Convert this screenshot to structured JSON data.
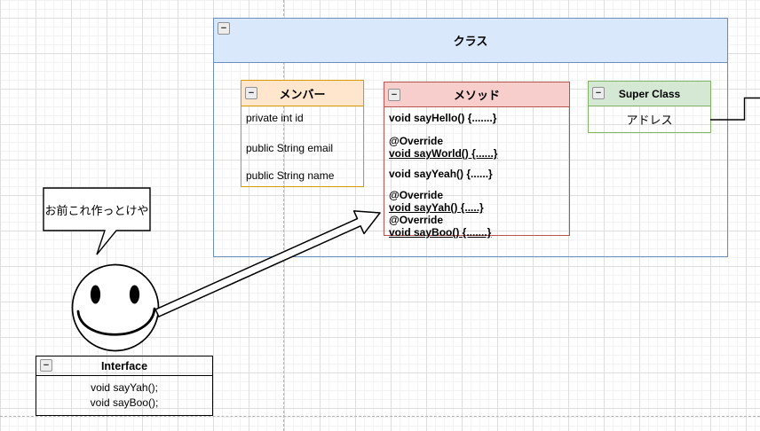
{
  "icons": {
    "collapse_glyph": "−"
  },
  "class_container": {
    "title": "クラス"
  },
  "members": {
    "title": "メンバー",
    "items": [
      "private int id",
      "public String email",
      "public String name"
    ]
  },
  "methods": {
    "title": "メソッド",
    "items": [
      {
        "text": "void sayHello() {.......}"
      },
      {
        "annotation": "@Override",
        "text": "void sayWorld() {......}"
      },
      {
        "text": "void sayYeah() {......}"
      },
      {
        "annotation": "@Override",
        "text": "void sayYah() {.....}"
      },
      {
        "annotation": "@Override",
        "text": "void sayBoo() {.......}"
      }
    ]
  },
  "super_class": {
    "title": "Super Class",
    "field": "アドレス"
  },
  "interface": {
    "title": "Interface",
    "items": [
      "void sayYah();",
      "void sayBoo();"
    ]
  },
  "callout": {
    "text": "お前これ作っとけや"
  },
  "colors": {
    "class_header": "#dae8fc",
    "class_border": "#6c8ebf",
    "members_header": "#ffe6cc",
    "members_border": "#d79b00",
    "methods_header": "#f8cecc",
    "methods_border": "#b85450",
    "super_header": "#d5e8d4",
    "super_border": "#82b366",
    "override_text": "#990000"
  }
}
